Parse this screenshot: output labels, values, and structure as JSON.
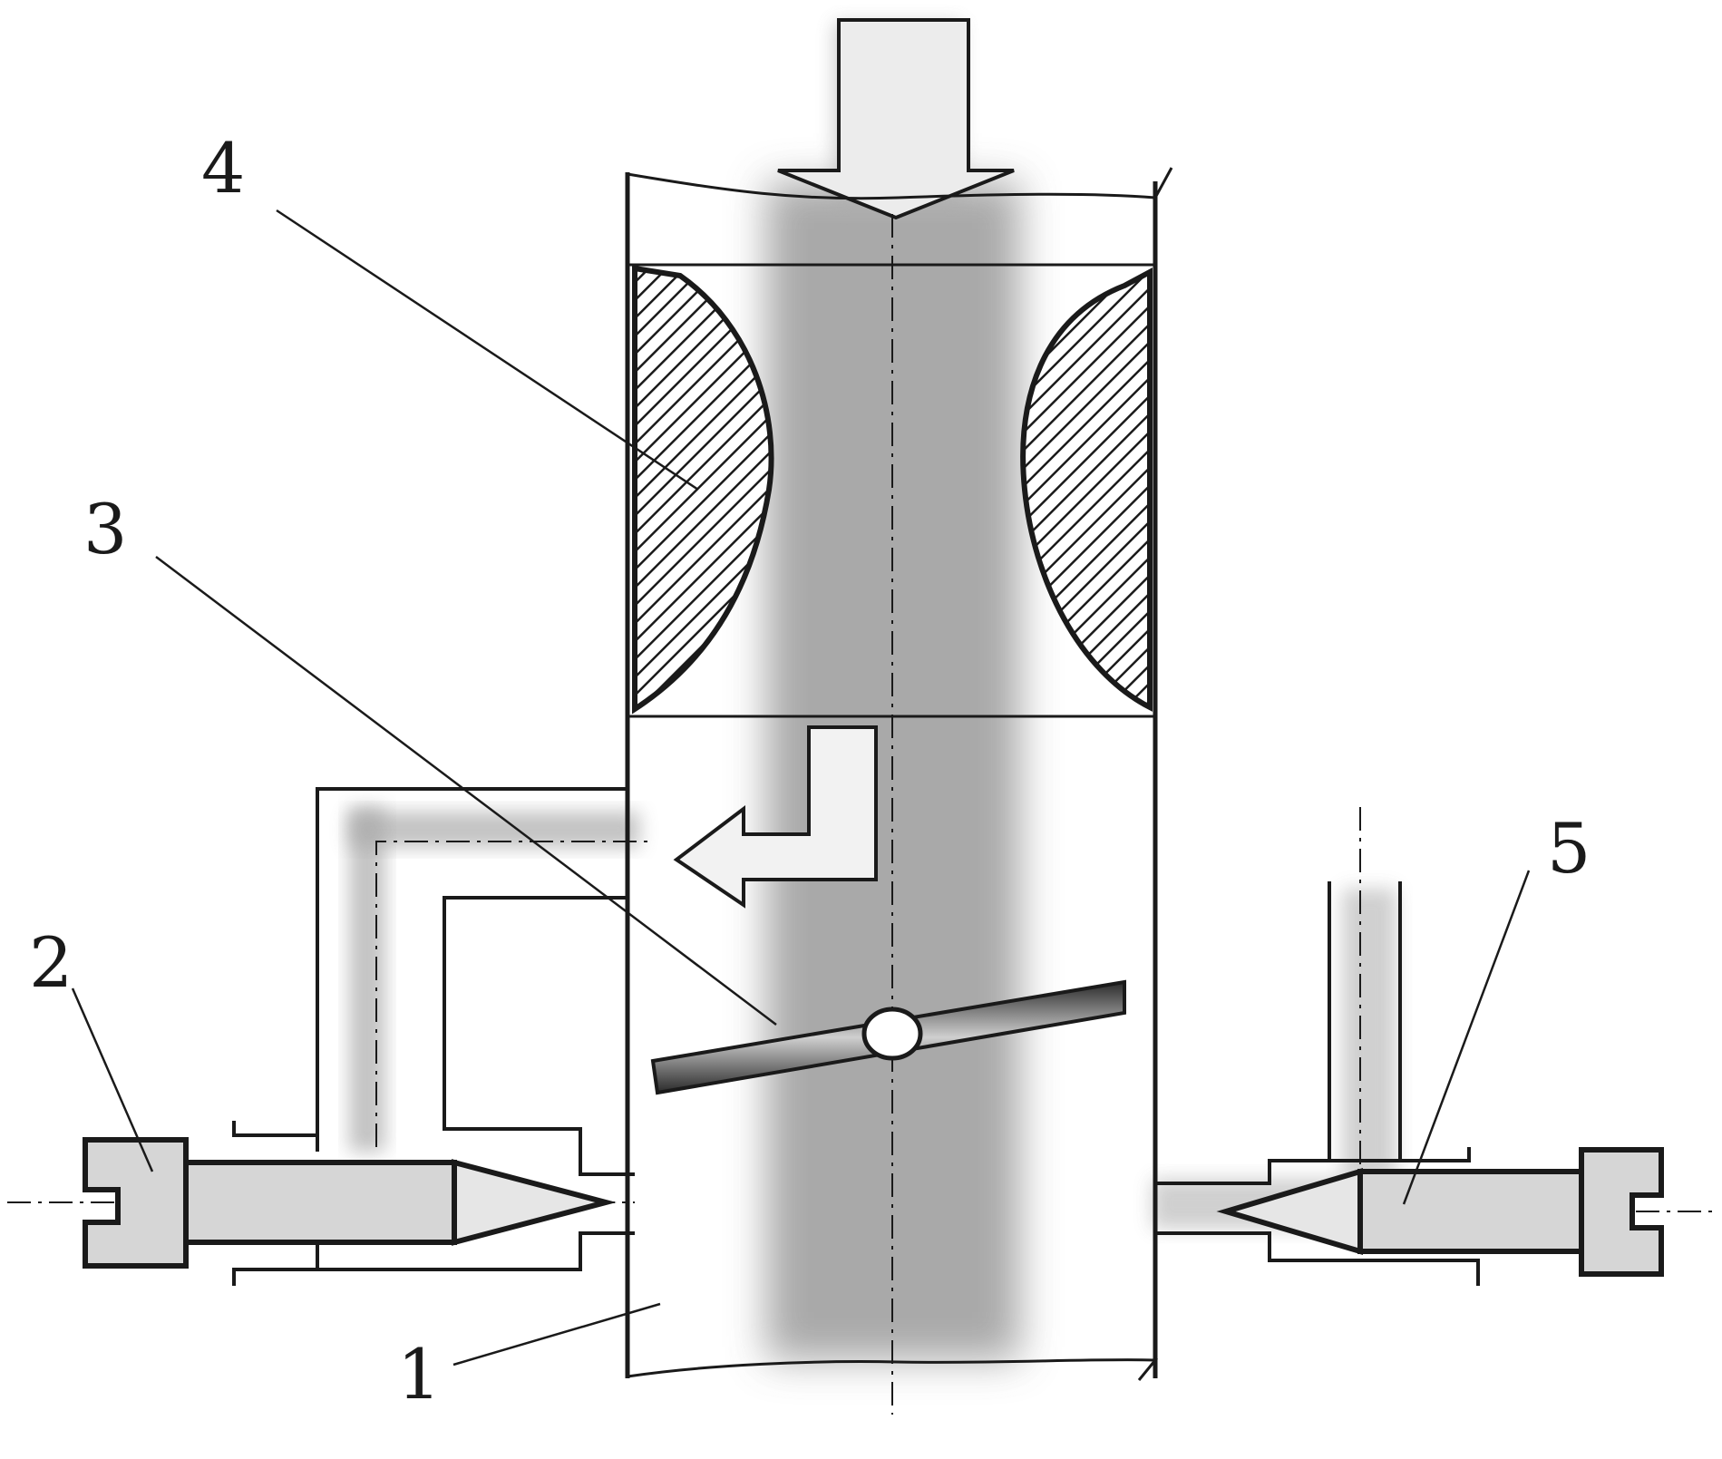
{
  "labels": {
    "l1": "1",
    "l2": "2",
    "l3": "3",
    "l4": "4",
    "l5": "5"
  },
  "colors": {
    "ink": "#1a1a1a",
    "flow_shade": "#9a9a9a",
    "part_fill": "#d6d6d6",
    "background": "#ffffff"
  }
}
